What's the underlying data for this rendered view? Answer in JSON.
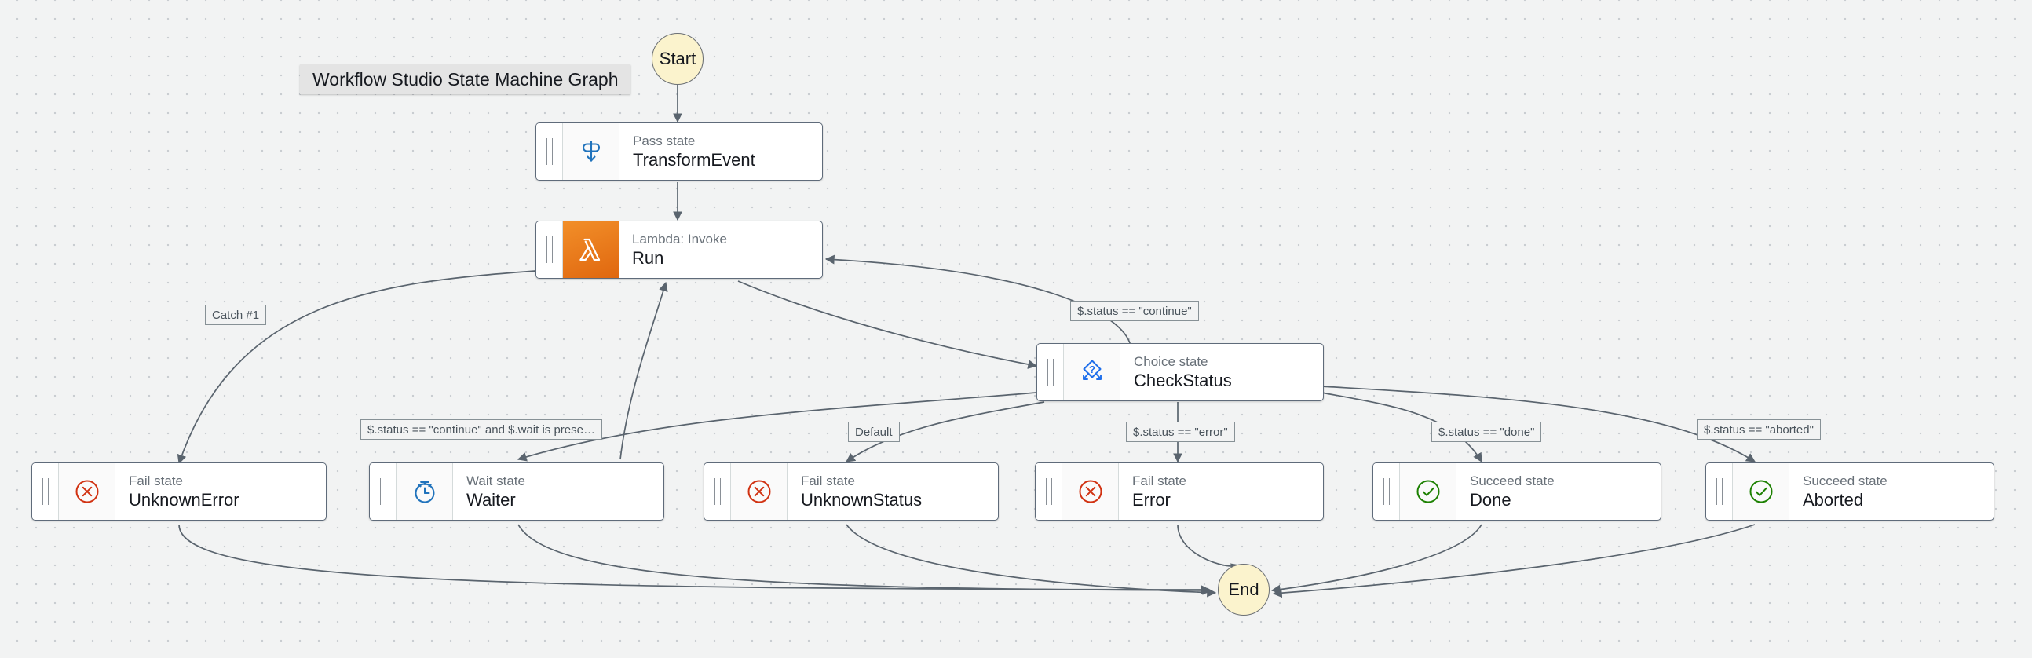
{
  "canvas": {
    "title_chip": "Workflow Studio State Machine Graph",
    "background_color": "#f2f3f3",
    "dot_color": "#c9cdd1"
  },
  "colors": {
    "lambda_orange": "#e0670f",
    "choice_blue": "#1f6feb",
    "pass_blue": "#2073bc",
    "wait_blue": "#2073bc",
    "fail_red": "#d13212",
    "succeed_green": "#1d8102",
    "terminal_yellow": "#fbf3cd",
    "node_border": "#5f6b7a",
    "edge_stroke": "#5a646e"
  },
  "terminals": [
    {
      "id": "start",
      "label": "Start",
      "icon": "start-circle-icon"
    },
    {
      "id": "end",
      "label": "End",
      "icon": "end-circle-icon"
    }
  ],
  "nodes": [
    {
      "id": "transform-event",
      "kind": "Pass state",
      "name": "TransformEvent",
      "icon": "pass-state-icon"
    },
    {
      "id": "run",
      "kind": "Lambda: Invoke",
      "name": "Run",
      "icon": "aws-lambda-icon"
    },
    {
      "id": "check-status",
      "kind": "Choice state",
      "name": "CheckStatus",
      "icon": "choice-state-icon"
    },
    {
      "id": "unknown-error",
      "kind": "Fail state",
      "name": "UnknownError",
      "icon": "fail-state-icon"
    },
    {
      "id": "waiter",
      "kind": "Wait state",
      "name": "Waiter",
      "icon": "wait-state-icon"
    },
    {
      "id": "unknown-status",
      "kind": "Fail state",
      "name": "UnknownStatus",
      "icon": "fail-state-icon"
    },
    {
      "id": "error",
      "kind": "Fail state",
      "name": "Error",
      "icon": "fail-state-icon"
    },
    {
      "id": "done",
      "kind": "Succeed state",
      "name": "Done",
      "icon": "succeed-state-icon"
    },
    {
      "id": "aborted",
      "kind": "Succeed state",
      "name": "Aborted",
      "icon": "succeed-state-icon"
    }
  ],
  "edge_labels": [
    {
      "id": "catch-1",
      "text": "Catch #1"
    },
    {
      "id": "status-continue",
      "text": "$.status == \"continue\""
    },
    {
      "id": "continue-and-wait",
      "text": "$.status == \"continue\" and $.wait is prese…"
    },
    {
      "id": "default",
      "text": "Default"
    },
    {
      "id": "status-error",
      "text": "$.status == \"error\""
    },
    {
      "id": "status-done",
      "text": "$.status == \"done\""
    },
    {
      "id": "status-aborted",
      "text": "$.status == \"aborted\""
    }
  ]
}
